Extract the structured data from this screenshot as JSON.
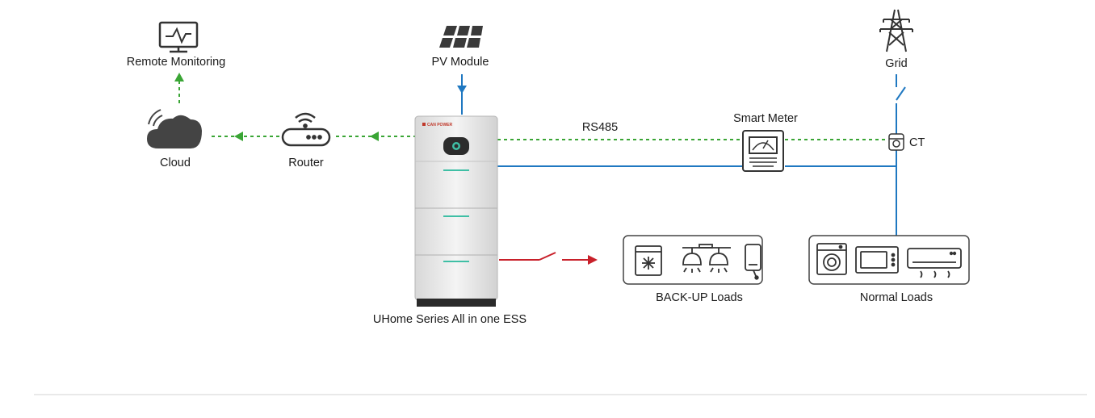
{
  "diagram": {
    "labels": {
      "remote_monitoring": "Remote Monitoring",
      "pv_module": "PV Module",
      "grid": "Grid",
      "cloud": "Cloud",
      "router": "Router",
      "rs485": "RS485",
      "smart_meter": "Smart Meter",
      "ct": "CT",
      "ess": "UHome Series  All in one ESS",
      "backup_loads": "BACK-UP Loads",
      "normal_loads": "Normal Loads",
      "brand": "CAN POWER"
    },
    "colors": {
      "communication_line": "#3aa535",
      "power_line": "#1f78c1",
      "backup_line": "#c8202a",
      "icon": "#333333",
      "ess_accent": "#3fbfa5"
    }
  }
}
